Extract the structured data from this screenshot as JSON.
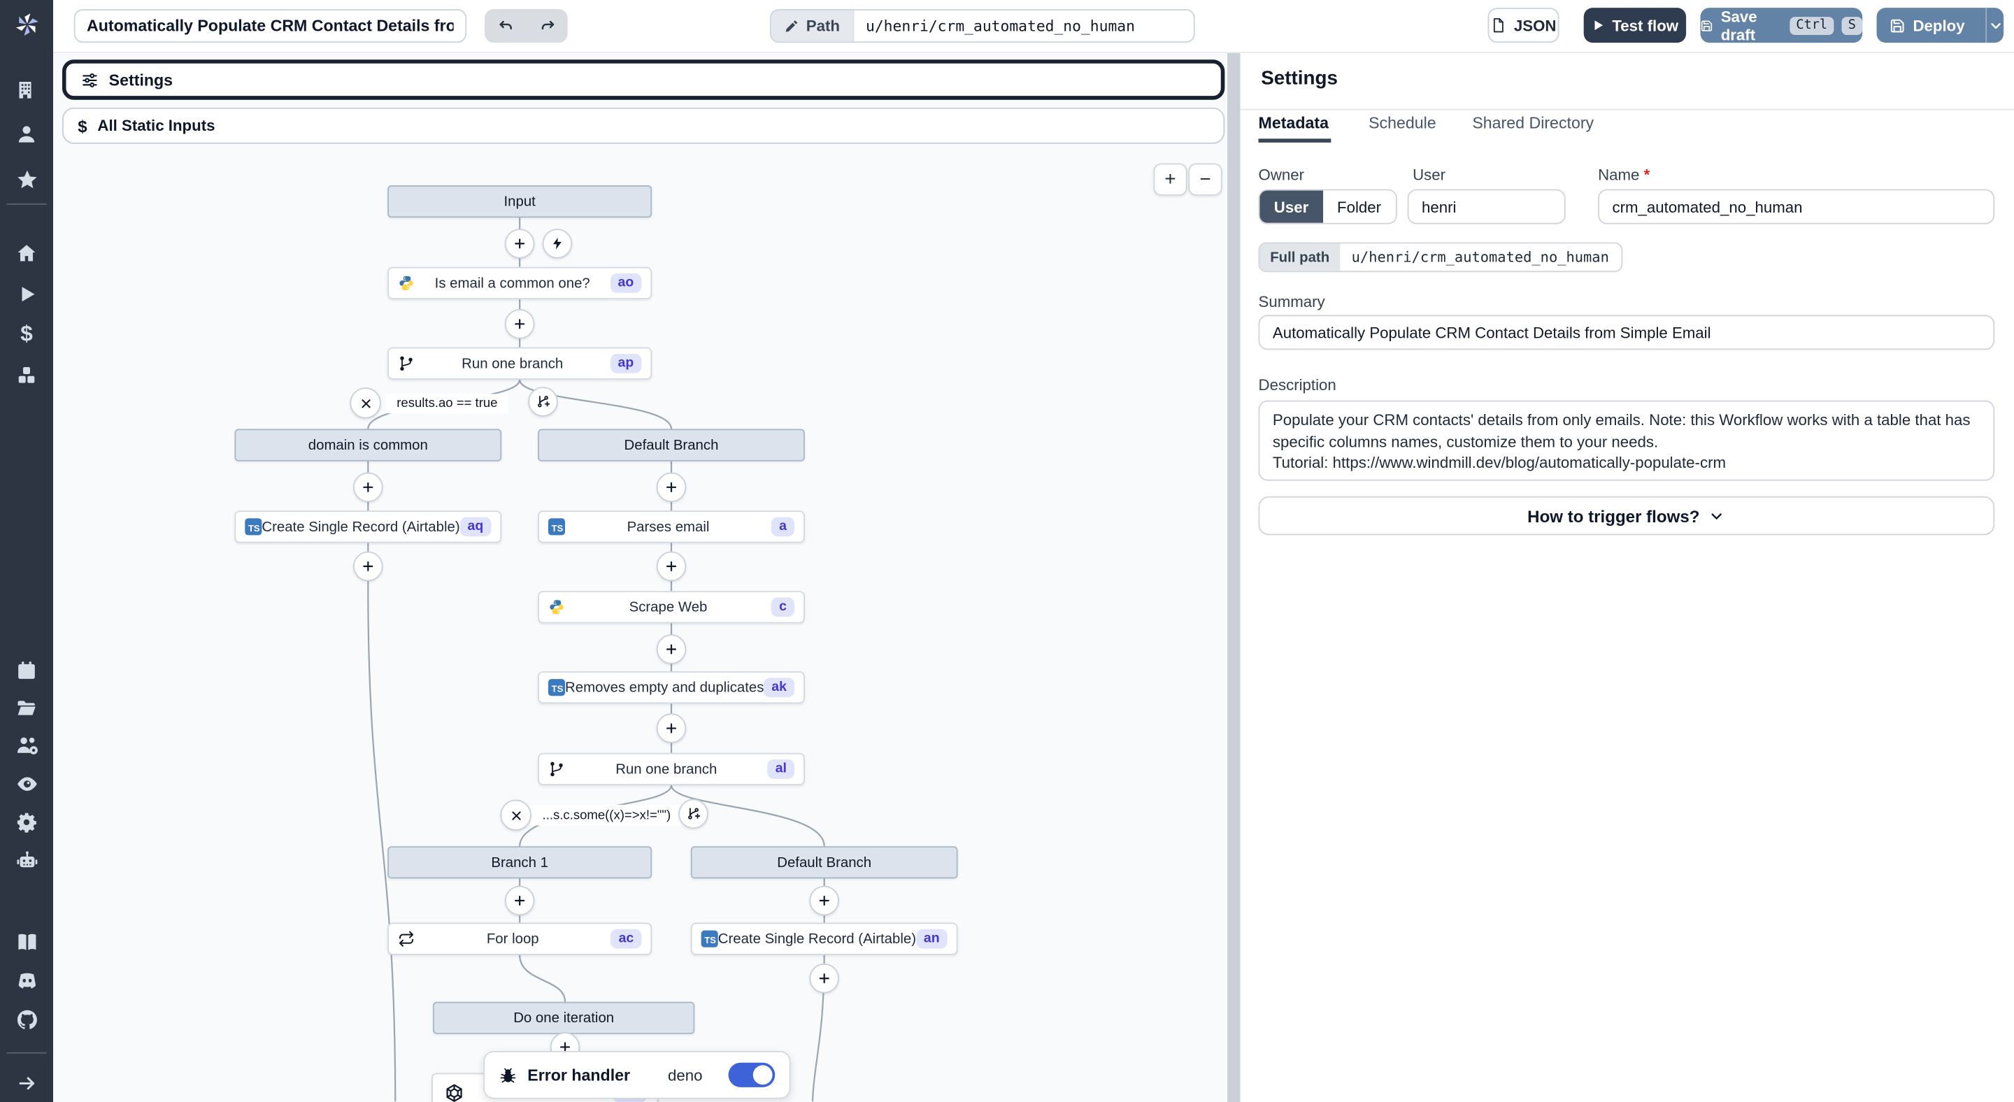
{
  "topbar": {
    "title_value": "Automatically Populate CRM Contact Details from",
    "path_label": "Path",
    "path_value": "u/henri/crm_automated_no_human",
    "json_button": "JSON",
    "test_flow_button": "Test flow",
    "save_draft_button": "Save draft",
    "kbd_ctrl": "Ctrl",
    "kbd_s": "S",
    "deploy_button": "Deploy"
  },
  "sidebar": {
    "icons": [
      "windmill-logo",
      "building",
      "user",
      "star",
      "home",
      "play",
      "dollar",
      "cubes",
      "calendar",
      "folder-open",
      "users-settings",
      "eye",
      "gear",
      "robot",
      "book",
      "discord",
      "github",
      "expand-arrow"
    ]
  },
  "canvas": {
    "settings_bar": "Settings",
    "static_inputs_bar": "All Static Inputs",
    "zoom_in": "+",
    "zoom_out": "−",
    "flow": {
      "input_label": "Input",
      "nodes": {
        "ao": {
          "label": "Is email a common one?",
          "badge": "ao"
        },
        "ap": {
          "label": "Run one branch",
          "badge": "ap"
        },
        "aq": {
          "label": "Create Single Record (Airtable)",
          "badge": "aq"
        },
        "a": {
          "label": "Parses email",
          "badge": "a"
        },
        "c": {
          "label": "Scrape Web",
          "badge": "c"
        },
        "ak": {
          "label": "Removes empty and duplicates",
          "badge": "ak"
        },
        "al": {
          "label": "Run one branch",
          "badge": "al"
        },
        "ac": {
          "label": "For loop",
          "badge": "ac"
        },
        "an": {
          "label": "Create Single Record (Airtable)",
          "badge": "an"
        }
      },
      "branches": {
        "domain_common": "domain is common",
        "default1": "Default Branch",
        "branch1": "Branch 1",
        "default2": "Default Branch",
        "iteration": "Do one iteration"
      },
      "conditions": {
        "cond1": "results.ao == true",
        "cond2": "...s.c.some((x)=>x!=\"\")"
      },
      "error_handler": {
        "label": "Error handler",
        "lang": "deno",
        "enabled": true
      }
    }
  },
  "panel": {
    "heading": "Settings",
    "tabs": [
      "Metadata",
      "Schedule",
      "Shared Directory"
    ],
    "owner_label": "Owner",
    "owner_user": "User",
    "owner_folder": "Folder",
    "user_label": "User",
    "user_value": "henri",
    "name_label": "Name",
    "required_mark": "*",
    "full_path_label": "Full path",
    "full_path_value": "u/henri/crm_automated_no_human",
    "summary_label": "Summary",
    "summary_value": "Automatically Populate CRM Contact Details from Simple Email",
    "description_label": "Description",
    "description_value": "Populate your CRM contacts' details from only emails. Note: this Workflow works with a table that has specific columns names, customize them to your needs.\nTutorial: https://www.windmill.dev/blog/automatically-populate-crm",
    "trigger_button": "How to trigger flows?"
  },
  "colors": {
    "accent_indigo": "#4338ca",
    "badge_bg": "#e0e4fb",
    "toggle_blue": "#3e63d8",
    "header_btn_blue": "#6282a6",
    "dark_btn": "#2f3c50",
    "sidebar_bg": "#2d3442"
  }
}
